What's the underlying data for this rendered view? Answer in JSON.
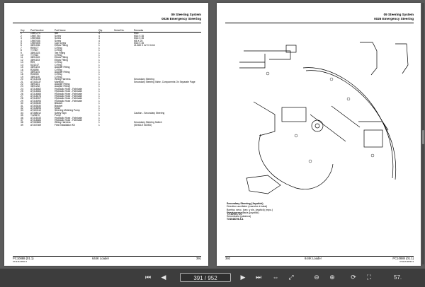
{
  "left_page": {
    "header_line1": "09 Steering System",
    "header_line2": "0026 Emergency Steering",
    "columns": [
      "Key",
      "Part Number",
      "Part Name",
      "Qty.",
      "Serial No.",
      "Remarks"
    ],
    "rows": [
      [
        "1",
        "14M7274",
        "Nut",
        "4",
        "",
        "M16"
      ],
      [
        "2",
        "19M7784",
        "Screw",
        "4",
        "",
        "M16 X 35"
      ],
      [
        "3",
        "19M7866",
        "Screw",
        "4",
        "",
        "M16 X 35"
      ],
      [
        "4",
        "19M7935",
        "Screw",
        "4",
        "",
        "M8 X 25"
      ],
      [
        "5",
        "19M7805",
        "Cap Screw",
        "1",
        "",
        "M16 X 35"
      ],
      [
        "6",
        "38H1006",
        "Elbow Fitting",
        "1",
        "",
        "21.460 X 42 X 3 mm"
      ],
      [
        "7",
        "R59077",
        "O-Ring",
        "1",
        "",
        ""
      ],
      [
        "8",
        "T77807",
        "O-Ring",
        "1",
        "",
        ""
      ],
      [
        "9",
        "38H1023",
        "Tee Fitting",
        "1",
        "",
        ""
      ],
      [
        "10",
        "T77813",
        "O-Ring",
        "1",
        "",
        ""
      ],
      [
        "11",
        "38H1022",
        "Elbow Fitting",
        "1",
        "",
        ""
      ],
      [
        "12",
        "38H1153",
        "Elbow Fitting",
        "1",
        "",
        ""
      ],
      [
        "13",
        "R59",
        "O-Ring",
        "1",
        "",
        ""
      ],
      [
        "14",
        "51I1247",
        "O-Ring",
        "1",
        "",
        ""
      ],
      [
        "15",
        "38H1193",
        "Adapter Fitting",
        "1",
        "",
        ""
      ],
      [
        "16",
        "R26896",
        "O-Ring",
        "1",
        "",
        ""
      ],
      [
        "17",
        "38H1104",
        "Adapter Fitting",
        "1",
        "",
        ""
      ],
      [
        "18",
        "R26905",
        "O-Ring",
        "1",
        "",
        ""
      ],
      [
        "19",
        "38H1105",
        "O-Ring",
        "1",
        "",
        ""
      ],
      [
        "20",
        "AT314106",
        "Wiring Harness",
        "1",
        "",
        "Secondary Steering"
      ],
      [
        "21",
        "AT333137",
        "Manifold",
        "1",
        "",
        "Secondary Steering Valve, Components On Separate Page"
      ],
      [
        "22",
        "38H1161",
        "Adapter Fitting",
        "1",
        "",
        ""
      ],
      [
        "23",
        "38H1262",
        "Adapter Fitting",
        "1",
        "",
        ""
      ],
      [
        "24",
        "AT314862",
        "Hydraulic Hose - Fabricate",
        "1",
        "",
        ""
      ],
      [
        "25",
        "AT314864",
        "Hydraulic Hose - Fabricate",
        "1",
        "",
        ""
      ],
      [
        "26",
        "AT314865",
        "Hydraulic Hose - Fabricate",
        "1",
        "",
        ""
      ],
      [
        "27",
        "AT314876",
        "Hydraulic Hose - Fabricate",
        "1",
        "",
        ""
      ],
      [
        "28",
        "AT314907",
        "Hydraulic Hose - Fabricate",
        "1",
        "",
        ""
      ],
      [
        "29",
        "AT315093",
        "Hydraulic Hose - Fabricate",
        "1",
        "",
        ""
      ],
      [
        "30",
        "AT303530",
        "Bracket",
        "1",
        "",
        ""
      ],
      [
        "31",
        "AT303530",
        "Bracket",
        "1",
        "",
        ""
      ],
      [
        "32",
        "AT318696",
        "Motor",
        "1",
        "",
        ""
      ],
      [
        "33",
        "AT320310",
        "Steering Metering Pump",
        "1",
        "",
        ""
      ],
      [
        "34",
        "AT358012",
        "Safety Sign",
        "1",
        "",
        "Caution - Secondary Steering"
      ],
      [
        "35",
        "T125670",
        "Pump",
        "1",
        "",
        ""
      ],
      [
        "36",
        "AT315033",
        "Hydraulic Hose - Fabricate",
        "1",
        "",
        ""
      ],
      [
        "37",
        "AT314884",
        "Hydraulic Hose - Fabricate",
        "1",
        "",
        ""
      ],
      [
        "38",
        "AT330883",
        "Wiring Harness",
        "1",
        "",
        "Secondary Steering Switch"
      ],
      [
        "39",
        "AT337369",
        "Field Installation Kit",
        "1",
        "",
        "(SINGLE SIDED)"
      ]
    ],
    "footer_left": "PC10888 (01.1)",
    "footer_center": "644K Loader",
    "footer_right": "391",
    "footer_small": "071116-9840-3"
  },
  "right_page": {
    "header_line1": "09 Steering System",
    "header_line2": "0026 Emergency Steering",
    "description_lines": [
      "Secondary Steering (Joystick)",
      "Direction auxiliaire (manche à balai)",
      "Bomba, secc. (sec. y sis. joystick) (mpu.)",
      "Direzione ausiliaria (joystick)",
      "Secundaria (palanca)"
    ],
    "figure_id": "TX1048726 A.1",
    "diagram_code": "TX1048726",
    "footer_left": "392",
    "footer_center": "644K Loader",
    "footer_right": "PC10888 (01.1)",
    "footer_small": "071116-9840-3"
  },
  "toolbar": {
    "page_display": "391 / 952",
    "zoom": "57."
  }
}
